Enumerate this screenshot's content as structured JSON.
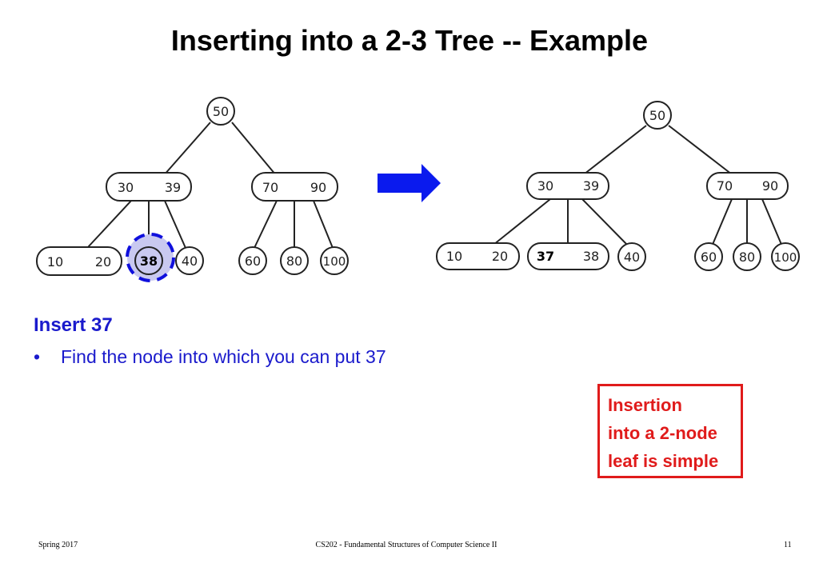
{
  "slide": {
    "title": "Inserting into a 2-3 Tree -- Example",
    "insert_heading": "Insert 37",
    "bullet": "Find the node into which you can put 37",
    "note_lines": [
      "Insertion",
      "into a 2-node",
      "leaf is simple"
    ]
  },
  "footer": {
    "left": "Spring 2017",
    "center": "CS202 - Fundamental Structures of Computer Science II",
    "page": "11"
  },
  "colors": {
    "text_blue": "#1a1acc",
    "note_red": "#e01b1b",
    "arrow_blue": "#0a1aee",
    "highlight_fill": "#c9c9f0"
  },
  "icons": {
    "transition_arrow": "arrow-right-icon"
  },
  "trees": {
    "before": {
      "root": [
        "50"
      ],
      "level1": [
        [
          "30",
          "39"
        ],
        [
          "70",
          "90"
        ]
      ],
      "leaves": [
        [
          "10",
          "20"
        ],
        [
          "38"
        ],
        [
          "40"
        ],
        [
          "60"
        ],
        [
          "80"
        ],
        [
          "100"
        ]
      ],
      "highlighted": "38"
    },
    "after": {
      "root": [
        "50"
      ],
      "level1": [
        [
          "30",
          "39"
        ],
        [
          "70",
          "90"
        ]
      ],
      "leaves": [
        [
          "10",
          "20"
        ],
        [
          "37",
          "38"
        ],
        [
          "40"
        ],
        [
          "60"
        ],
        [
          "80"
        ],
        [
          "100"
        ]
      ],
      "emphasized": "37"
    }
  }
}
